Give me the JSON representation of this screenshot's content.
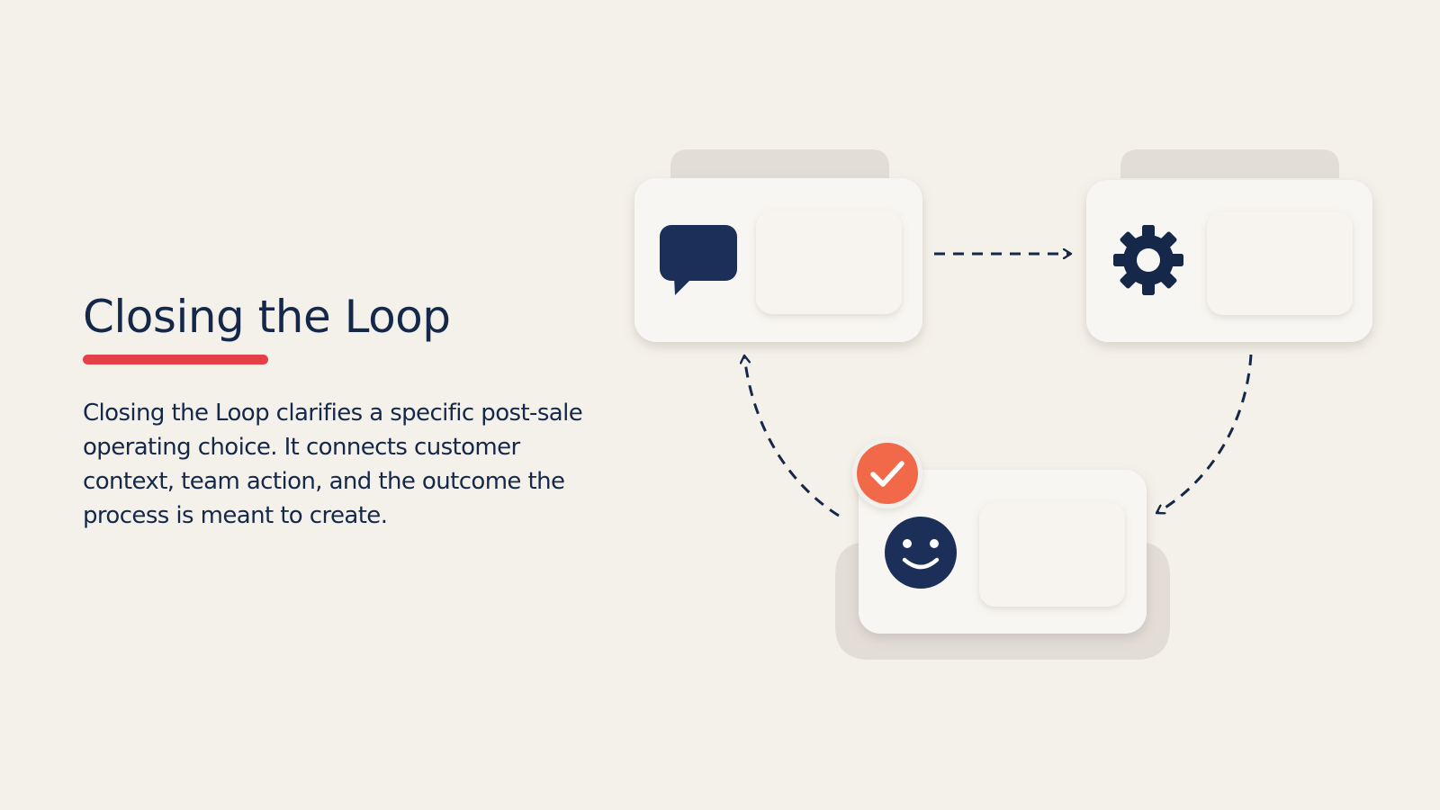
{
  "slide": {
    "title": "Closing the Loop",
    "body": "Closing the Loop clarifies a specific post-sale operating choice. It connects customer context, team action, and the outcome the process is meant to create."
  },
  "diagram": {
    "nodes": [
      {
        "id": "customer-context",
        "icon": "speech-bubble-icon"
      },
      {
        "id": "team-action",
        "icon": "gear-icon"
      },
      {
        "id": "outcome",
        "icon": "smiley-face-icon",
        "badge": "check-badge-icon"
      }
    ],
    "flow": [
      "customer-context",
      "team-action",
      "outcome",
      "customer-context"
    ],
    "colors": {
      "background": "#f4f1ea",
      "navy": "#15284a",
      "accent_red": "#e5404a",
      "badge_orange": "#f2694a",
      "card": "#f8f6f2",
      "tab": "#e3ddd7"
    }
  }
}
